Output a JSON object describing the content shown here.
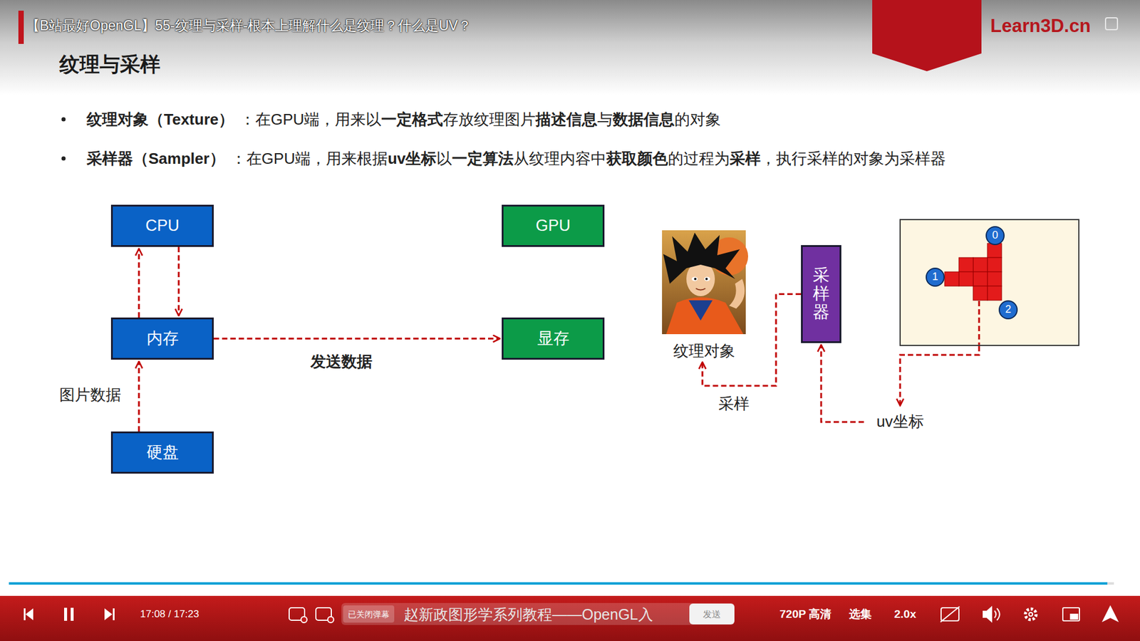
{
  "diagram": {
    "title": "纹理与采样",
    "nodes": [
      {
        "text": [
          "CPU"
        ]
      },
      {
        "text": [
          "GPU"
        ]
      },
      {
        "text": [
          "纹理对象"
        ]
      },
      {
        "text": [
          "采样器"
        ]
      },
      {
        "text": []
      },
      {
        "text": [
          "0"
        ],
        "in": 4
      },
      {
        "text": [
          "1"
        ],
        "in": 4
      },
      {
        "text": [
          "2"
        ],
        "in": 4
      },
      {
        "text": [
          "内存"
        ]
      },
      {
        "text": [
          "显存"
        ]
      },
      {
        "text": [
          "硬盘"
        ]
      },
      {
        "text": [
          "uv坐标"
        ]
      }
    ],
    "edges": [
      {
        "from": 8,
        "to": 0,
        "arrow": "to"
      },
      {
        "from": 0,
        "to": 8,
        "arrow": "to"
      },
      {
        "from": 10,
        "to": 8,
        "label": "图片数据",
        "arrow": "to"
      },
      {
        "from": 8,
        "to": 9,
        "label": "发送数据",
        "arrow": "to"
      },
      {
        "from": 4,
        "to": 11,
        "arrow": "to"
      },
      {
        "from": 11,
        "to": 3,
        "arrow": "to"
      },
      {
        "from": 3,
        "to": 2,
        "label": "采样",
        "arrow": "to"
      }
    ],
    "labels": [
      "【B站最好OpenGL】55-纹理与采样-根本上理解什么是纹理？什么是UV？",
      "Learn3D.cn",
      "纹理对象（Texture）",
      "：在GPU端，用来以",
      "一定格式",
      "存放纹理图片",
      "描述信息",
      "与",
      "数据信息",
      "的对象",
      "采样器（Sampler）",
      "：在GPU端，用来根据",
      "uv坐标",
      "以",
      "一定算法",
      "从纹理内容中",
      "获取颜色",
      "的过程为",
      "采样",
      "，执行采样的对象为采样器",
      "17:08 / 17:23",
      "已关闭弹幕",
      "赵新政图形学系列教程——OpenGL入",
      "发送",
      "720P 高清",
      "选集",
      "2.0x"
    ]
  }
}
